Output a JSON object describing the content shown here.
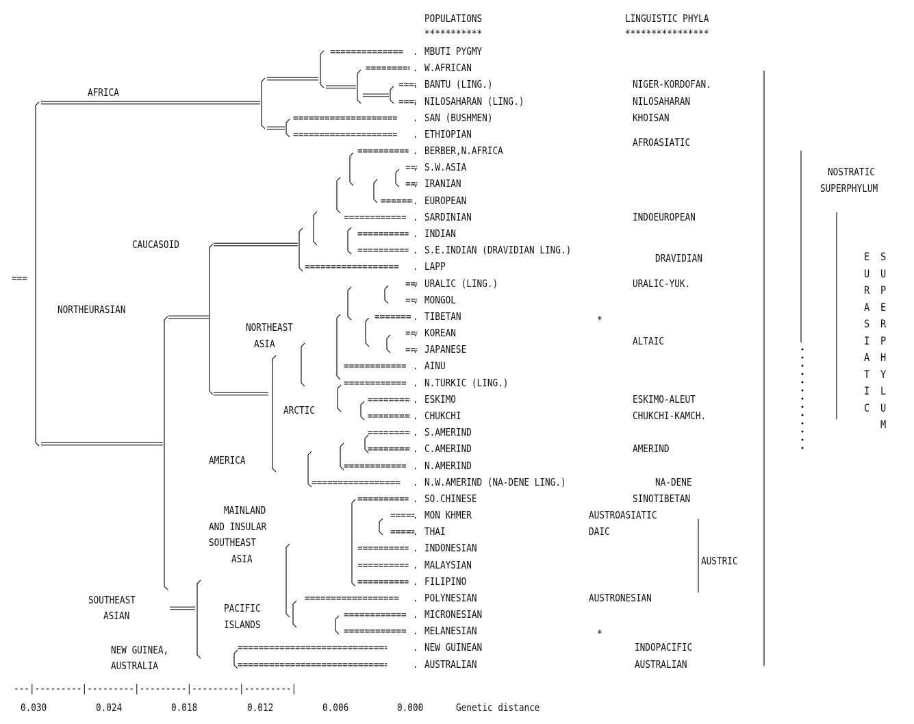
{
  "headers": {
    "populations": "POPULATIONS",
    "populations_stars": "***********",
    "phyla": "LINGUISTIC PHYLA",
    "phyla_stars": "****************"
  },
  "populations": [
    {
      "label": "MBUTI PYGMY",
      "lead": "=========="
    },
    {
      "label": "W.AFRICAN",
      "lead": "======"
    },
    {
      "label": "BANTU (LING.)",
      "lead": "=="
    },
    {
      "label": "NILOSAHARAN (LING.)",
      "lead": "=="
    },
    {
      "label": "SAN (BUSHMEN)",
      "lead": "================"
    },
    {
      "label": "ETHIOPIAN",
      "lead": "================"
    },
    {
      "label": "BERBER,N.AFRICA",
      "lead": "======="
    },
    {
      "label": "S.W.ASIA",
      "lead": "="
    },
    {
      "label": "IRANIAN",
      "lead": "="
    },
    {
      "label": "EUROPEAN",
      "lead": "===="
    },
    {
      "label": "SARDINIAN",
      "lead": "==========="
    },
    {
      "label": "INDIAN",
      "lead": "======="
    },
    {
      "label": "S.E.INDIAN (DRAVIDIAN LING.)",
      "lead": "======="
    },
    {
      "label": "LAPP",
      "lead": "=============="
    },
    {
      "label": "URALIC (LING.)",
      "lead": "=="
    },
    {
      "label": "MONGOL",
      "lead": "=="
    },
    {
      "label": "TIBETAN",
      "lead": "====="
    },
    {
      "label": "KOREAN",
      "lead": "=="
    },
    {
      "label": "JAPANESE",
      "lead": "=="
    },
    {
      "label": "AINU",
      "lead": "========"
    },
    {
      "label": "N.TURKIC (LING.)",
      "lead": "========="
    },
    {
      "label": "ESKIMO",
      "lead": "========"
    },
    {
      "label": "CHUKCHI",
      "lead": "========"
    },
    {
      "label": "S.AMERIND",
      "lead": "====="
    },
    {
      "label": "C.AMERIND",
      "lead": "====="
    },
    {
      "label": "N.AMERIND",
      "lead": "========="
    },
    {
      "label": "N.W.AMERIND (NA-DENE LING.)",
      "lead": "============"
    },
    {
      "label": "SO.CHINESE",
      "lead": "======="
    },
    {
      "label": "MON KHMER",
      "lead": "==="
    },
    {
      "label": "THAI",
      "lead": "==="
    },
    {
      "label": "INDONESIAN",
      "lead": "======="
    },
    {
      "label": "MALAYSIAN",
      "lead": "======="
    },
    {
      "label": "FILIPINO",
      "lead": "======="
    },
    {
      "label": "POLYNESIAN",
      "lead": "============="
    },
    {
      "label": "MICRONESIAN",
      "lead": "========"
    },
    {
      "label": "MELANESIAN",
      "lead": "========="
    },
    {
      "label": "NEW GUINEAN",
      "lead": "=================="
    },
    {
      "label": "AUSTRALIAN",
      "lead": "=================="
    }
  ],
  "phyla": [
    {
      "label": "NIGER-KORDOFAN.",
      "row": 2
    },
    {
      "label": "NILOSAHARAN",
      "row": 3
    },
    {
      "label": "KHOISAN",
      "row": 4
    },
    {
      "label": "AFROASIATIC",
      "row": 5.5
    },
    {
      "label": "INDOEUROPEAN",
      "row": 10
    },
    {
      "label": "DRAVIDIAN",
      "row": 12.5
    },
    {
      "label": "URALIC-YUK.",
      "row": 14
    },
    {
      "label": "ALTAIC",
      "row": 17.5
    },
    {
      "label": "ESKIMO-ALEUT",
      "row": 21
    },
    {
      "label": "CHUKCHI-KAMCH.",
      "row": 22
    },
    {
      "label": "AMERIND",
      "row": 24
    },
    {
      "label": "NA-DENE",
      "row": 26
    },
    {
      "label": "SINOTIBETAN",
      "row": 27
    },
    {
      "label": "AUSTROASIATIC",
      "row": 28
    },
    {
      "label": "DAIC",
      "row": 29
    },
    {
      "label": "AUSTRONESIAN",
      "row": 33
    },
    {
      "label": "INDOPACIFIC",
      "row": 36
    },
    {
      "label": "AUSTRALIAN",
      "row": 37
    }
  ],
  "groups": {
    "africa": "AFRICA",
    "caucasoid": "CAUCASOID",
    "northeurasian": "NORTHEURASIAN",
    "northeast_asia": [
      "NORTHEAST",
      "ASIA"
    ],
    "arctic": "ARCTIC",
    "america": "AMERICA",
    "mainland": [
      "MAINLAND",
      "AND INSULAR",
      "SOUTHEAST",
      "ASIA"
    ],
    "pacific": [
      "PACIFIC",
      "ISLANDS"
    ],
    "southeast_asian": [
      "SOUTHEAST",
      "ASIAN"
    ],
    "new_guinea": [
      "NEW GUINEA,",
      "AUSTRALIA"
    ]
  },
  "superphyla": {
    "nostratic": [
      "NOSTRATIC",
      "SUPERPHYLUM"
    ],
    "austric": "AUSTRIC",
    "eurasiatic_col1": [
      "E",
      "U",
      "R",
      "A",
      "S",
      "I",
      "A",
      "T",
      "I",
      "C"
    ],
    "eurasiatic_col2": [
      "S",
      "U",
      "P",
      "E",
      "R",
      "P",
      "H",
      "Y",
      "L",
      "U",
      "M"
    ]
  },
  "markers": {
    "asterisk": "*",
    "root": "==="
  },
  "scale": {
    "ticks": [
      "0.030",
      "0.024",
      "0.018",
      "0.012",
      "0.006",
      "0.000"
    ],
    "label": "Genetic distance",
    "ruler": "---|---------|---------|---------|---------|---------|"
  }
}
